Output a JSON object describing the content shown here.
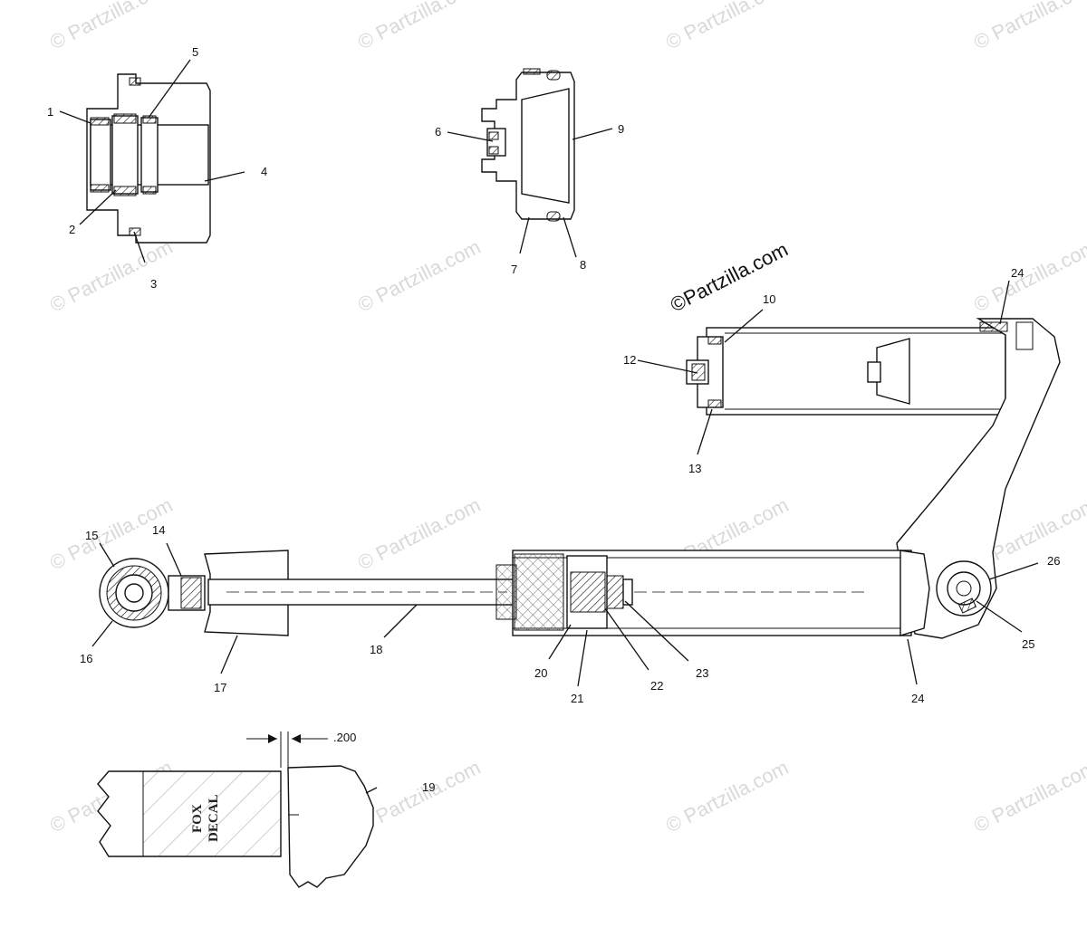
{
  "watermark": {
    "text": "© Partzilla.com",
    "main_text": "©Partzilla.com"
  },
  "callouts": {
    "c1": "1",
    "c2": "2",
    "c3": "3",
    "c4": "4",
    "c5": "5",
    "c6": "6",
    "c7": "7",
    "c8": "8",
    "c9": "9",
    "c10": "10",
    "c12": "12",
    "c13": "13",
    "c14": "14",
    "c15": "15",
    "c16": "16",
    "c17": "17",
    "c18": "18",
    "c19": "19",
    "c20": "20",
    "c21": "21",
    "c22": "22",
    "c23": "23",
    "c24a": "24",
    "c24b": "24",
    "c25": "25",
    "c26": "26"
  },
  "dimension": {
    "value": ".200"
  },
  "decal": {
    "line1": "FOX",
    "line2": "DECAL"
  }
}
